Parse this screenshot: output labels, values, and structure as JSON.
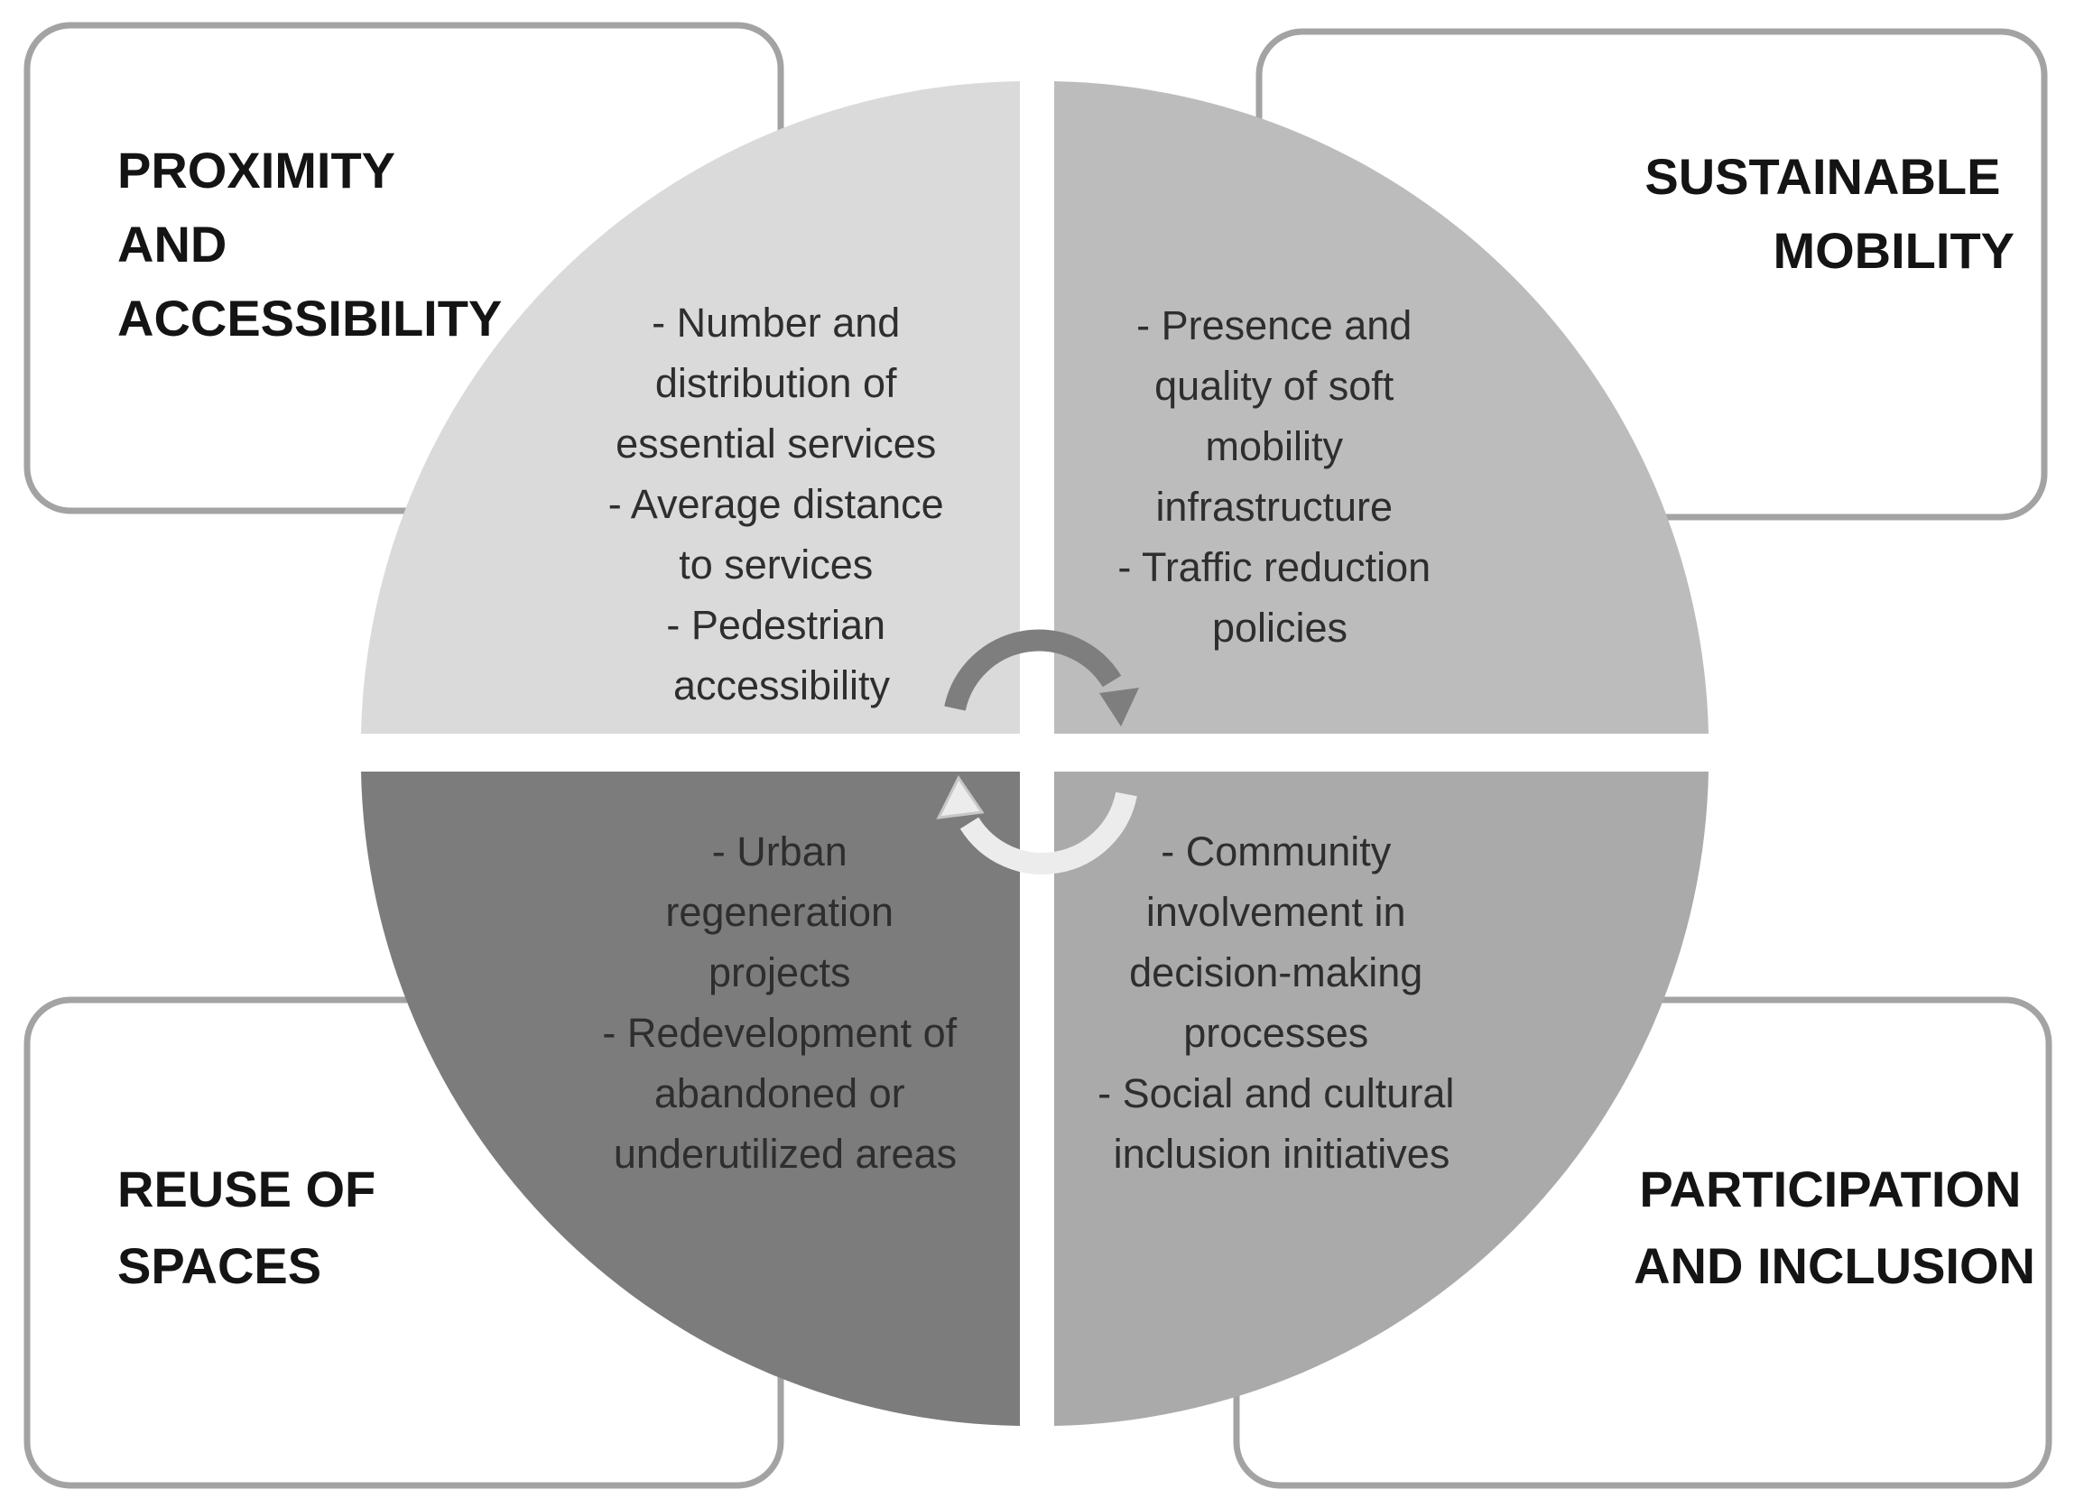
{
  "colors": {
    "box_border": "#a3a3a3",
    "quadrant_top_left": "#dadada",
    "quadrant_top_right": "#bcbcbc",
    "quadrant_bottom_left": "#7c7c7c",
    "quadrant_bottom_right": "#aaaaaa",
    "arrow_dark": "#7e7e7e",
    "arrow_light": "#ececec"
  },
  "boxes": {
    "top_left": {
      "title_lines": [
        "PROXIMITY",
        "AND",
        "ACCESSIBILITY"
      ]
    },
    "top_right": {
      "title_lines": [
        "SUSTAINABLE",
        "MOBILITY"
      ]
    },
    "bottom_left": {
      "title_lines": [
        "REUSE OF",
        "SPACES"
      ]
    },
    "bottom_right": {
      "title_lines": [
        "PARTICIPATION",
        "AND INCLUSION"
      ]
    }
  },
  "quadrants": {
    "top_left": {
      "lines": [
        "- Number and",
        "distribution of",
        "essential services",
        "- Average distance",
        "to services",
        "- Pedestrian",
        "accessibility"
      ]
    },
    "top_right": {
      "lines": [
        "- Presence and",
        "quality of soft",
        "mobility",
        "infrastructure",
        "- Traffic reduction",
        "policies"
      ]
    },
    "bottom_left": {
      "lines": [
        "- Urban",
        "regeneration",
        "projects",
        "- Redevelopment of",
        "abandoned or",
        "underutilized areas"
      ]
    },
    "bottom_right": {
      "lines": [
        "- Community",
        "involvement in",
        "decision-making",
        "processes",
        "- Social and cultural",
        "inclusion initiatives"
      ]
    }
  },
  "center_icon": "circular-arrows-icon"
}
